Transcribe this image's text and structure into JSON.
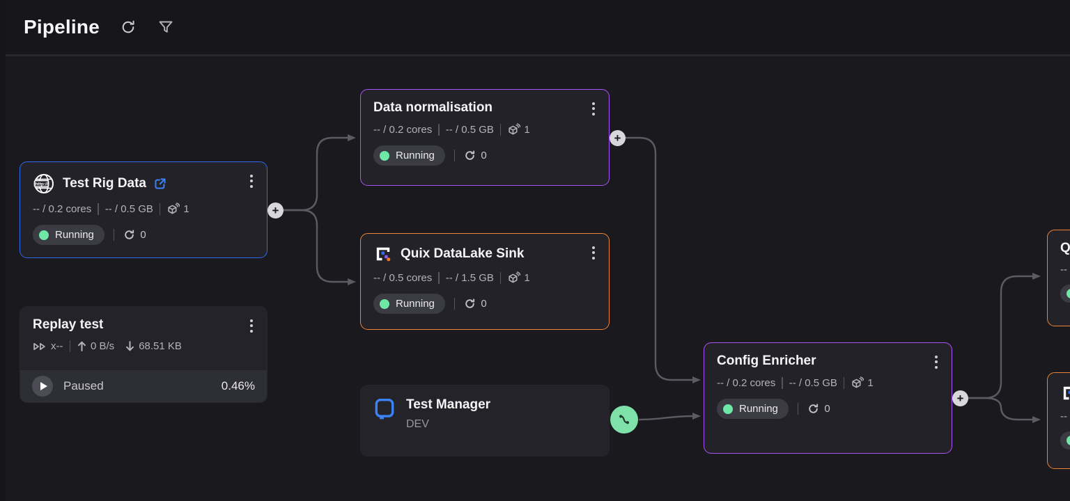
{
  "header": {
    "title": "Pipeline"
  },
  "colors": {
    "blue": "#2e6bf0",
    "purple": "#a855f7",
    "orange": "#ee8435",
    "green": "#6ee7a7",
    "green_connector": "#7ee2a8",
    "line": "#5b5b63"
  },
  "nodes": {
    "test_rig_data": {
      "title": "Test Rig Data",
      "cpu": "-- / 0.2 cores",
      "mem": "-- / 0.5 GB",
      "deployments": "1",
      "status": "Running",
      "restarts": "0"
    },
    "data_normalisation": {
      "title": "Data normalisation",
      "cpu": "-- / 0.2 cores",
      "mem": "-- / 0.5 GB",
      "deployments": "1",
      "status": "Running",
      "restarts": "0"
    },
    "quix_datalake_sink": {
      "title": "Quix DataLake Sink",
      "cpu": "-- / 0.5 cores",
      "mem": "-- / 1.5 GB",
      "deployments": "1",
      "status": "Running",
      "restarts": "0"
    },
    "replay_test": {
      "title": "Replay test",
      "speed": "x--",
      "upload": "0 B/s",
      "download": "68.51 KB",
      "state": "Paused",
      "progress": "0.46%"
    },
    "test_manager": {
      "title": "Test Manager",
      "env": "DEV"
    },
    "config_enricher": {
      "title": "Config Enricher",
      "cpu": "-- / 0.2 cores",
      "mem": "-- / 0.5 GB",
      "deployments": "1",
      "status": "Running",
      "restarts": "0"
    },
    "partial_top_right": {
      "title_fragment": "Q",
      "stats_fragment": "--"
    },
    "partial_bottom_right": {
      "stats_fragment": "--"
    }
  }
}
